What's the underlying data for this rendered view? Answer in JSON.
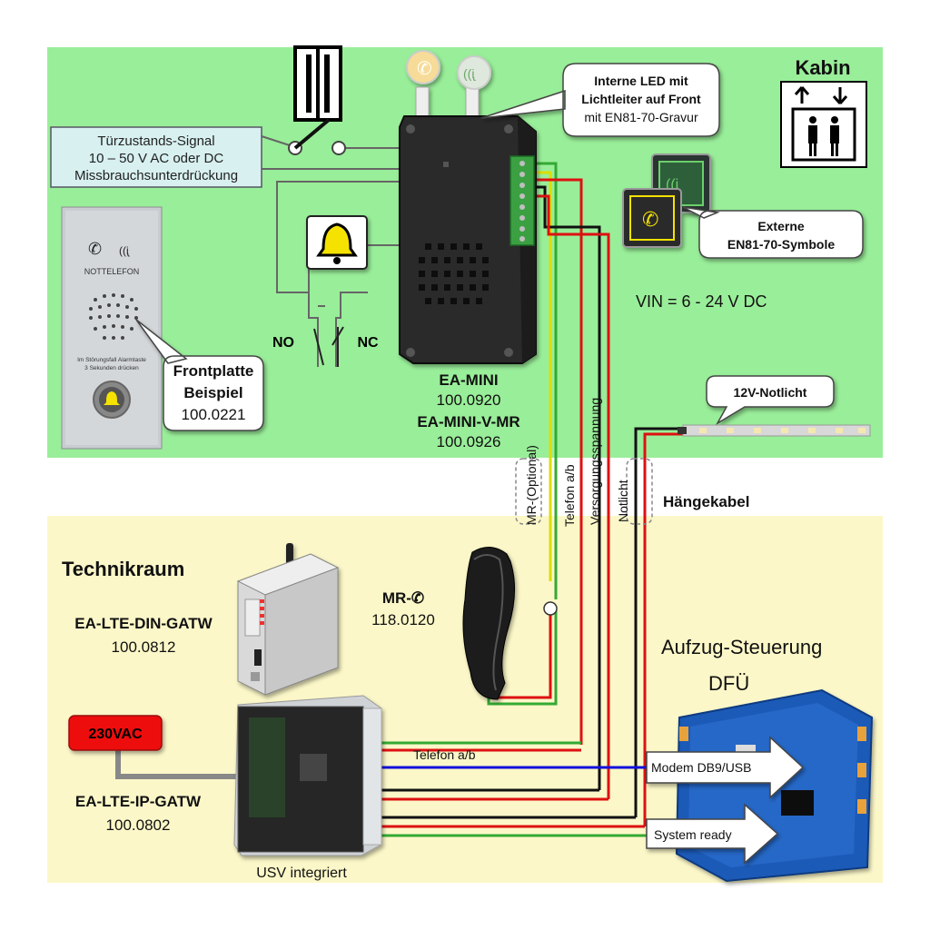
{
  "zones": {
    "cabin_title": "Kabin",
    "machine_room_title": "Technikraum",
    "cable_title": "Hängekabel"
  },
  "labels": {
    "door_signal": [
      "Türzustands-Signal",
      "10 – 50 V AC oder DC",
      "Missbrauchsunterdrückung"
    ],
    "led_callout": [
      "Interne LED mit",
      "Lichtleiter auf Front",
      "mit EN81-70-Gravur"
    ],
    "ext_symbols": [
      "Externe",
      "EN81-70-Symbole"
    ],
    "vin": "VIN = 6 - 24 V DC",
    "no": "NO",
    "nc": "NC",
    "faceplate_callout": [
      "Frontplatte",
      "Beispiel",
      "100.0221"
    ],
    "faceplate_text": "NOTTELEFON",
    "faceplate_small": [
      "Im Störungsfall Alarmtaste",
      "3 Sekunden drücken"
    ],
    "ea_mini_name": "EA-MINI",
    "ea_mini_code": "100.0920",
    "ea_mini_v_name": "EA-MINI-V-MR",
    "ea_mini_v_code": "100.0926",
    "emergency_light": "12V-Notlicht",
    "cable_labels": [
      "MR-(Optional)",
      "Telefon a/b",
      "Versorgungsspannung",
      "Notlicht"
    ],
    "mr_name": "MR-✆",
    "mr_code": "118.0120",
    "din_gatw_name": "EA-LTE-DIN-GATW",
    "din_gatw_code": "100.0812",
    "ip_gatw_name": "EA-LTE-IP-GATW",
    "ip_gatw_code": "100.0802",
    "power": "230VAC",
    "ups": "USV integriert",
    "telefon_ab": "Telefon a/b",
    "controller": "Aufzug-Steuerung",
    "dfu": "DFÜ",
    "modem_arrow": "Modem DB9/USB",
    "system_ready_arrow": "System ready"
  },
  "colors": {
    "cabin_bg": "#99ee99",
    "machine_bg": "#fbf7c8",
    "power_red": "#ee1111",
    "wire_green": "#33aa33",
    "wire_red": "#dd1111",
    "wire_yellow": "#eeee00",
    "wire_blue": "#1111dd",
    "callout_bg": "#ffffff",
    "info_box": "#d8f0f0"
  }
}
